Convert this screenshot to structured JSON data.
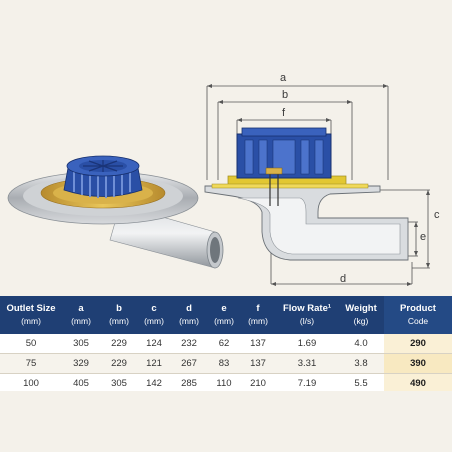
{
  "diagram": {
    "labels": {
      "a": "a",
      "b": "b",
      "c": "c",
      "d": "d",
      "e": "e",
      "f": "f"
    },
    "colors": {
      "blue": "#2a4fa6",
      "yellow": "#e2c732",
      "steel": "#b9bcc0",
      "line": "#555555"
    }
  },
  "table": {
    "headers": [
      {
        "label": "Outlet Size",
        "unit": "(mm)"
      },
      {
        "label": "a",
        "unit": "(mm)"
      },
      {
        "label": "b",
        "unit": "(mm)"
      },
      {
        "label": "c",
        "unit": "(mm)"
      },
      {
        "label": "d",
        "unit": "(mm)"
      },
      {
        "label": "e",
        "unit": "(mm)"
      },
      {
        "label": "f",
        "unit": "(mm)"
      },
      {
        "label": "Flow Rate¹",
        "unit": "(l/s)"
      },
      {
        "label": "Weight",
        "unit": "(kg)"
      },
      {
        "label": "Product",
        "unit": "Code"
      }
    ],
    "rows": [
      [
        "50",
        "305",
        "229",
        "124",
        "232",
        "62",
        "137",
        "1.69",
        "4.0",
        "290"
      ],
      [
        "75",
        "329",
        "229",
        "121",
        "267",
        "83",
        "137",
        "3.31",
        "3.8",
        "390"
      ],
      [
        "100",
        "405",
        "305",
        "142",
        "285",
        "110",
        "210",
        "7.19",
        "5.5",
        "490"
      ]
    ]
  }
}
